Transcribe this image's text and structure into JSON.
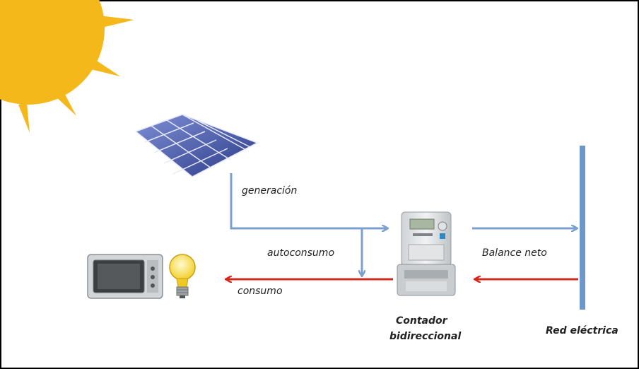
{
  "labels": {
    "generation": "generación",
    "self_consumption": "autoconsumo",
    "consumption": "consumo",
    "net_balance": "Balance neto",
    "meter_line1": "Contador",
    "meter_line2": "bidireccional",
    "grid": "Red eléctrica"
  },
  "colors": {
    "generation_flow": "#7ba0cf",
    "consumption_flow": "#d42a1e",
    "sun": "#f4b81a",
    "panel": "#3f4fa0",
    "grid_line": "#6e97cc"
  },
  "icons": {
    "sun": "sun-icon",
    "solar_panel": "solar-panel-icon",
    "microwave": "microwave-icon",
    "light_bulb": "light-bulb-icon",
    "meter": "bidirectional-meter-icon"
  }
}
